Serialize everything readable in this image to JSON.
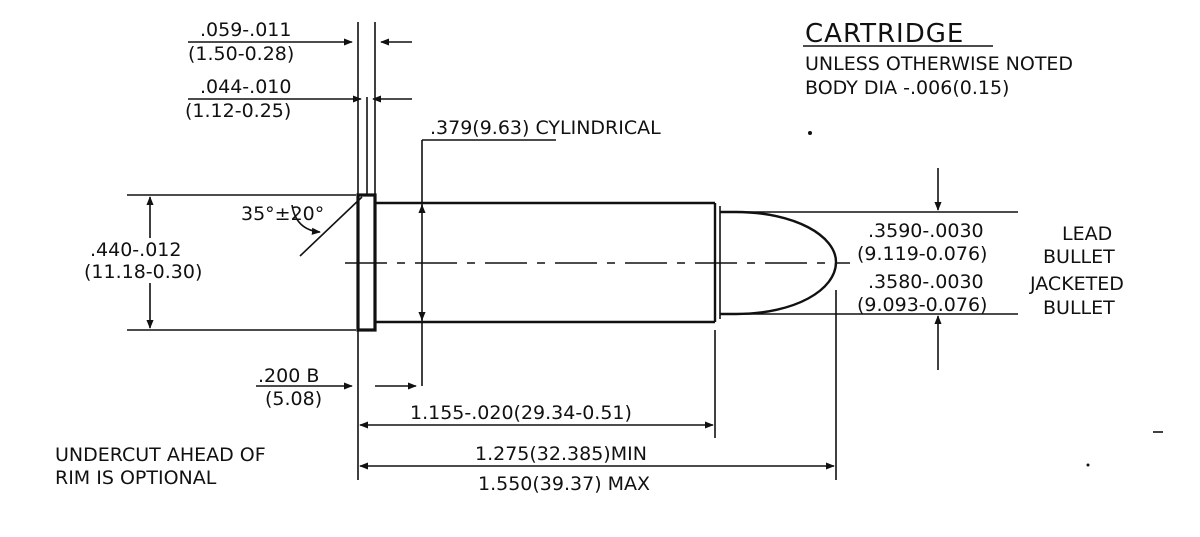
{
  "title": "CARTRIDGE",
  "notes": [
    "UNLESS OTHERWISE NOTED",
    "BODY DIA -.006(0.15)"
  ],
  "dims": {
    "rim_thickness": {
      "inch": ".059-.011",
      "mm": "(1.50-0.28)"
    },
    "groove_width": {
      "inch": ".044-.010",
      "mm": "(1.12-0.25)"
    },
    "body_dia": ".379(9.63) CYLINDRICAL",
    "angle": "35°±20°",
    "rim_dia": {
      "inch": ".440-.012",
      "mm": "(11.18-0.30)"
    },
    "lead_bullet_dia": {
      "inch": ".3590-.0030",
      "mm": "(9.119-0.076)"
    },
    "jacketed_bullet_dia": {
      "inch": ".3580-.0030",
      "mm": "(9.093-0.076)"
    },
    "lead_bullet_label": [
      "LEAD",
      "BULLET"
    ],
    "jacketed_bullet_label": [
      "JACKETED",
      "BULLET"
    ],
    "dia_ref_point": {
      "inch": ".200 B",
      "mm": "(5.08)"
    },
    "case_length": "1.155-.020(29.34-0.51)",
    "oal_min": "1.275(32.385)MIN",
    "oal_max": "1.550(39.37) MAX"
  },
  "undercut_note": [
    "UNDERCUT AHEAD OF",
    "RIM IS OPTIONAL"
  ]
}
